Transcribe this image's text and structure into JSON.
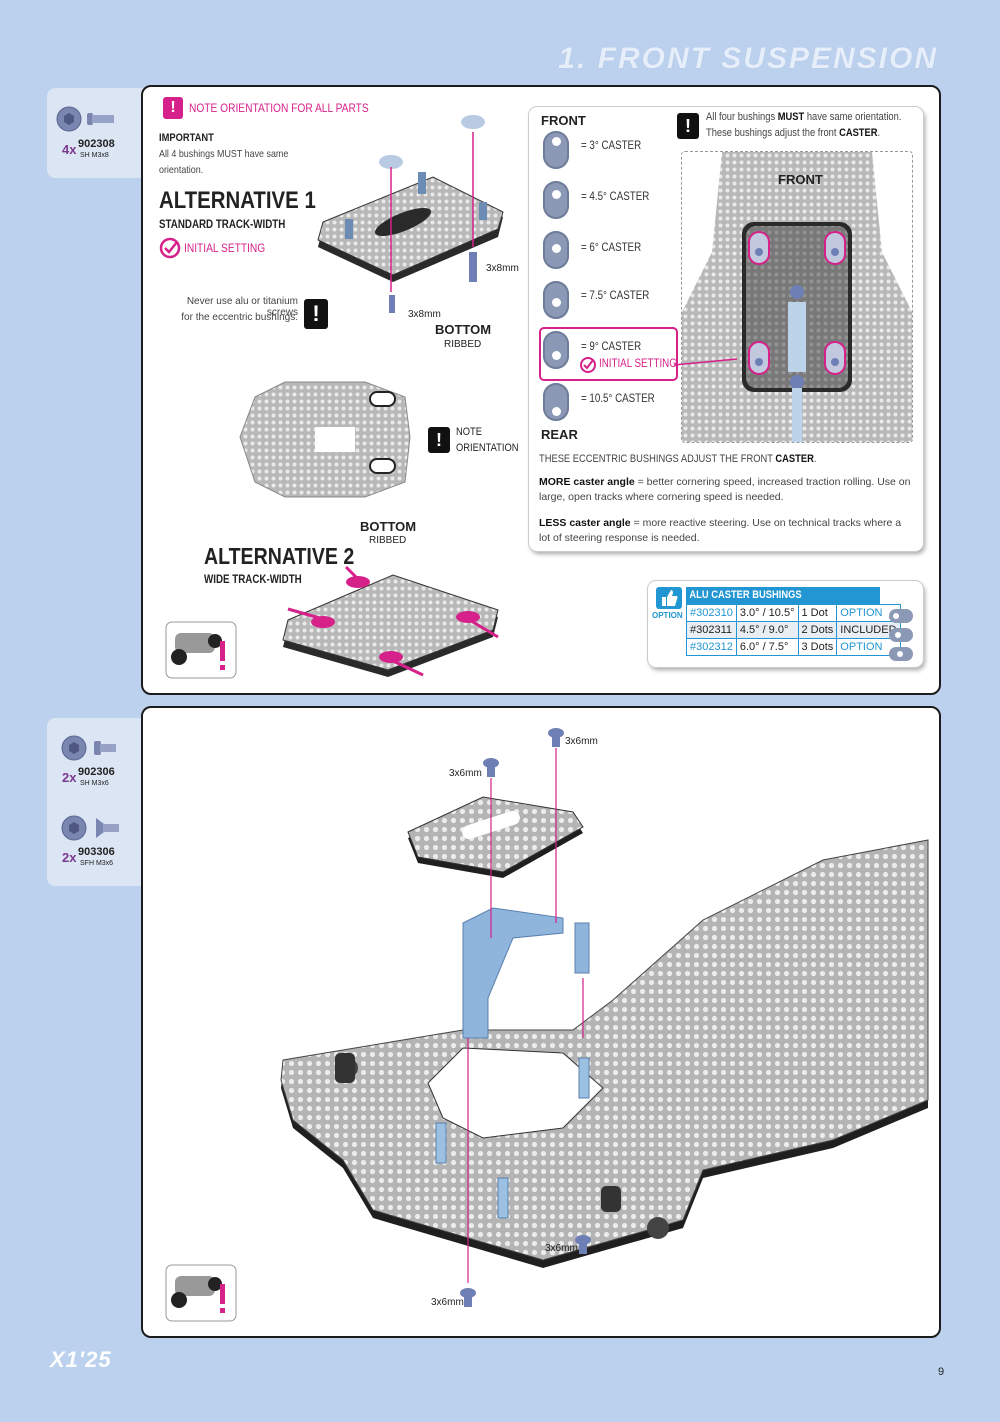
{
  "page": {
    "section_title": "1. FRONT SUSPENSION",
    "brand": "X1'25",
    "page_number": "9"
  },
  "step1": {
    "parts": {
      "qty": "4x",
      "code": "902308",
      "name": "SH M3x8"
    },
    "note_all_parts": "NOTE ORIENTATION FOR ALL PARTS",
    "important_title": "IMPORTANT",
    "important_text1": "All 4 bushings MUST have same",
    "important_text2": "orientation.",
    "alt1_title": "ALTERNATIVE 1",
    "alt1_sub": "STANDARD TRACK-WIDTH",
    "initial_setting": "INITIAL SETTING",
    "never_use1": "Never use alu or titanium screws",
    "never_use2": "for the eccentric bushings.",
    "screw_label_a": "3x8mm",
    "screw_label_b": "3x8mm",
    "bottom_a": "BOTTOM",
    "ribbed_a": "RIBBED",
    "note_orientation1": "NOTE",
    "note_orientation2": "ORIENTATION",
    "bottom_b": "BOTTOM",
    "ribbed_b": "RIBBED",
    "alt2_title": "ALTERNATIVE 2",
    "alt2_sub": "WIDE TRACK-WIDTH",
    "caster": {
      "front": "FRONT",
      "rear": "REAR",
      "items": [
        "=  3° CASTER",
        "=  4.5° CASTER",
        "=  6° CASTER",
        "=  7.5° CASTER",
        "=  9° CASTER",
        "=  10.5° CASTER"
      ],
      "initial": "INITIAL SETTING",
      "warn_line1_a": "All four bushings ",
      "warn_line1_b": "MUST",
      "warn_line1_c": " have same orientation.",
      "warn_line2_a": "These bushings adjust the front ",
      "warn_line2_b": "CASTER",
      "warn_line2_c": ".",
      "diagram_front": "FRONT",
      "para1_a": "THESE ECCENTRIC BUSHINGS ADJUST THE FRONT ",
      "para1_b": "CASTER",
      "para1_c": ".",
      "para2_bold": "MORE caster angle",
      "para2_text": " = better cornering speed, increased traction rolling. Use on large, open tracks where cornering speed is needed.",
      "para3_bold": "LESS caster angle",
      "para3_text": " = more reactive steering. Use on technical tracks where a lot of steering response is needed."
    },
    "option": {
      "label": "OPTION",
      "header": "ALU CASTER BUSHINGS",
      "rows": [
        [
          "#302310",
          "3.0° / 10.5°",
          "1 Dot",
          "OPTION"
        ],
        [
          "#302311",
          "4.5° / 9.0°",
          "2 Dots",
          "INCLUDED"
        ],
        [
          "#302312",
          "6.0° / 7.5°",
          "3 Dots",
          "OPTION"
        ]
      ]
    }
  },
  "step2": {
    "parts": [
      {
        "qty": "2x",
        "code": "902306",
        "name": "SH M3x6"
      },
      {
        "qty": "2x",
        "code": "903306",
        "name": "SFH M3x6"
      }
    ],
    "labels": [
      "3x6mm",
      "3x6mm",
      "3x6mm",
      "3x6mm"
    ]
  },
  "colors": {
    "magenta": "#d6208a",
    "background": "#bcd1ee",
    "option_blue": "#2196d3",
    "hardware": "#7b86b0"
  }
}
